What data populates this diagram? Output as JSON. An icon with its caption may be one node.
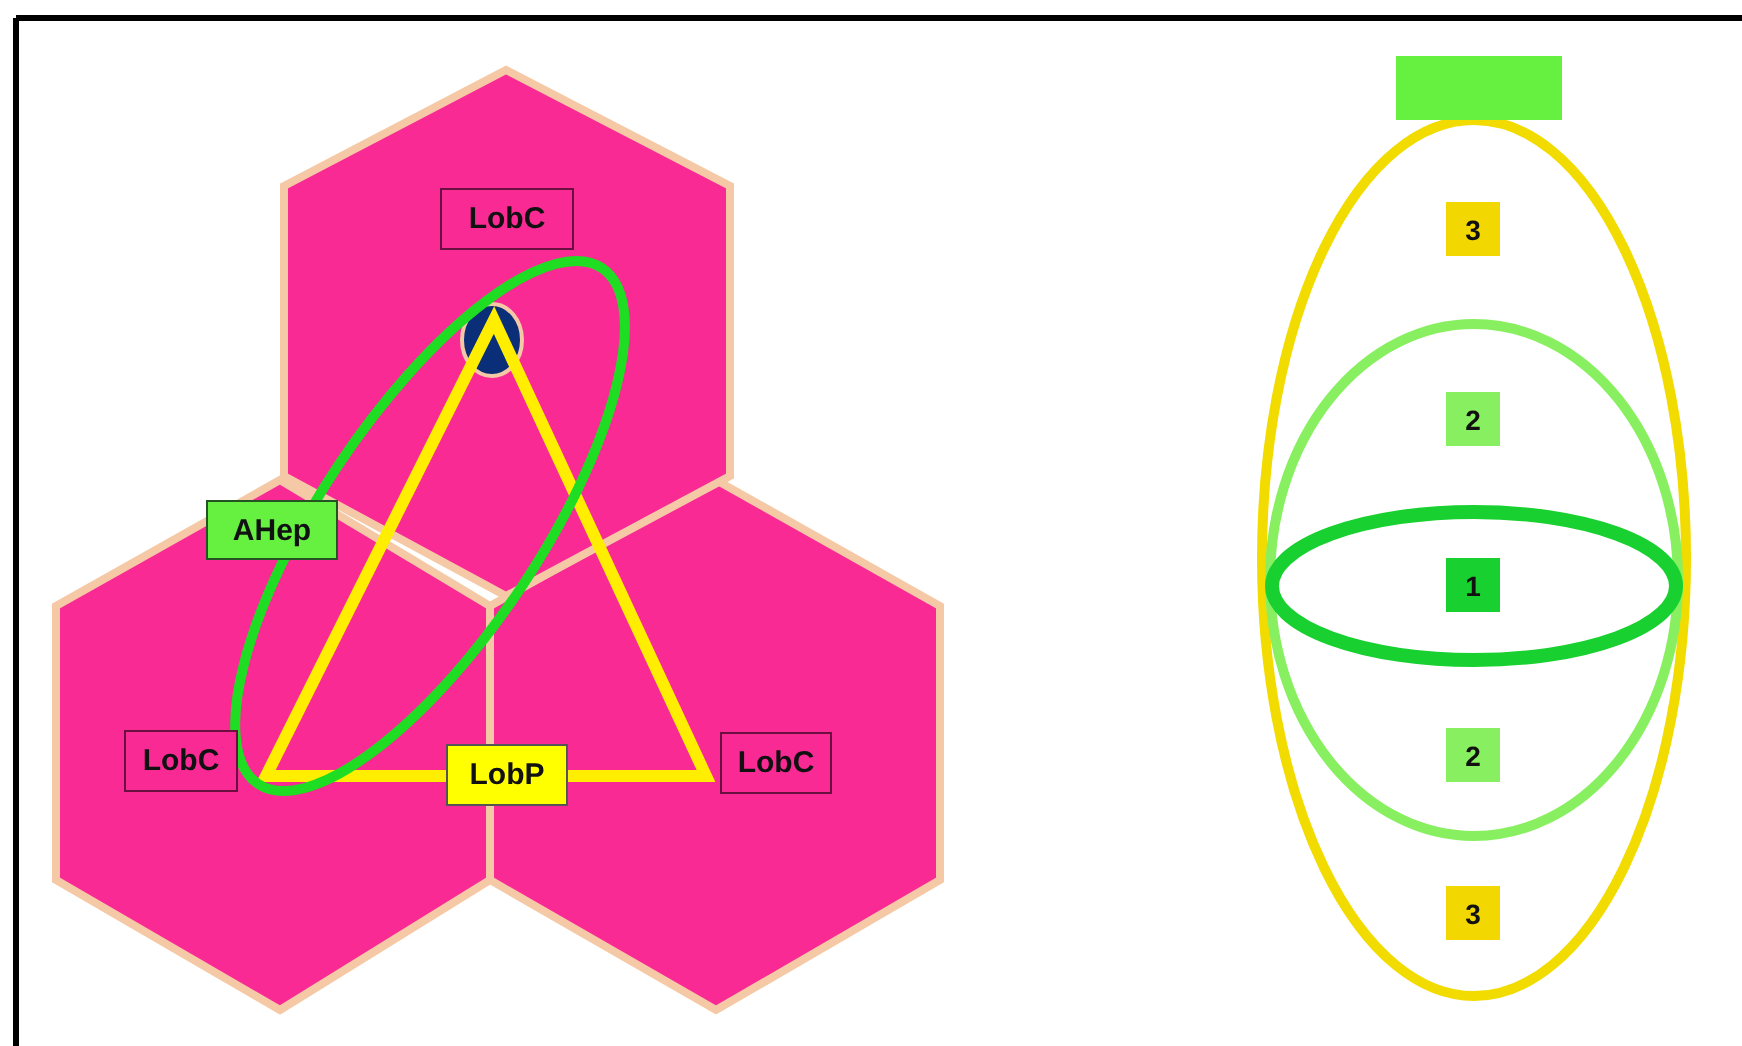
{
  "diagram": {
    "nodes": [
      {
        "text": [
          "LobC"
        ]
      },
      {
        "text": [
          "AHep"
        ]
      },
      {
        "text": [
          "LobC"
        ]
      },
      {
        "text": [
          "LobP"
        ]
      },
      {
        "text": [
          "LobC"
        ]
      },
      {
        "text": [],
        "shape": "box"
      },
      {
        "text": [
          "3"
        ]
      },
      {
        "text": [
          "2"
        ]
      },
      {
        "text": [
          "1"
        ]
      },
      {
        "text": [
          "2"
        ]
      },
      {
        "text": [
          "3"
        ]
      }
    ]
  }
}
